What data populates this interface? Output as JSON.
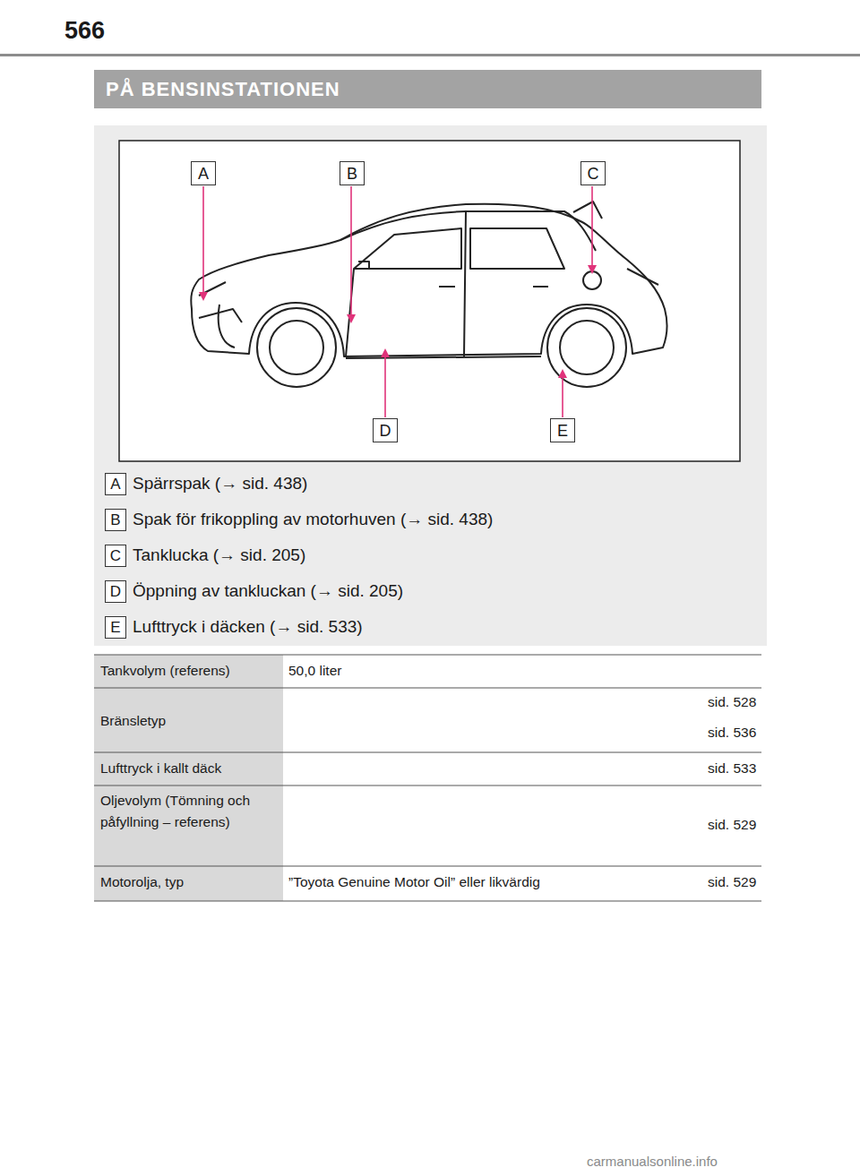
{
  "diagram": {
    "title": "PÅ BENSINSTATIONEN",
    "nodes": [
      {
        "text": [
          "A"
        ]
      },
      {
        "text": [
          "B"
        ]
      },
      {
        "text": [
          "C"
        ]
      },
      {
        "text": [
          "D"
        ]
      },
      {
        "text": [
          "E"
        ]
      }
    ],
    "labels": [
      "566",
      "A",
      "Spärrspak (→ sid. 438)",
      "B",
      "Spak för frikoppling av motorhuven (→ sid. 438)",
      "C",
      "Tanklucka (→ sid. 205)",
      "D",
      "Öppning av tankluckan (→ sid. 205)",
      "E",
      "Lufttryck i däcken (→ sid. 533)",
      "Tankvolym (referens)",
      "50,0 liter",
      "Bränsletyp",
      "sid. 528",
      "sid. 536",
      "Lufttryck i kallt däck",
      "sid. 533",
      "Oljevolym (Tömning och påfyllning – referens)",
      "sid. 529",
      "Motorolja, typ",
      "”Toyota Genuine Motor Oil” eller likvärdig",
      "sid. 529",
      "carmanualsonline.info"
    ]
  }
}
